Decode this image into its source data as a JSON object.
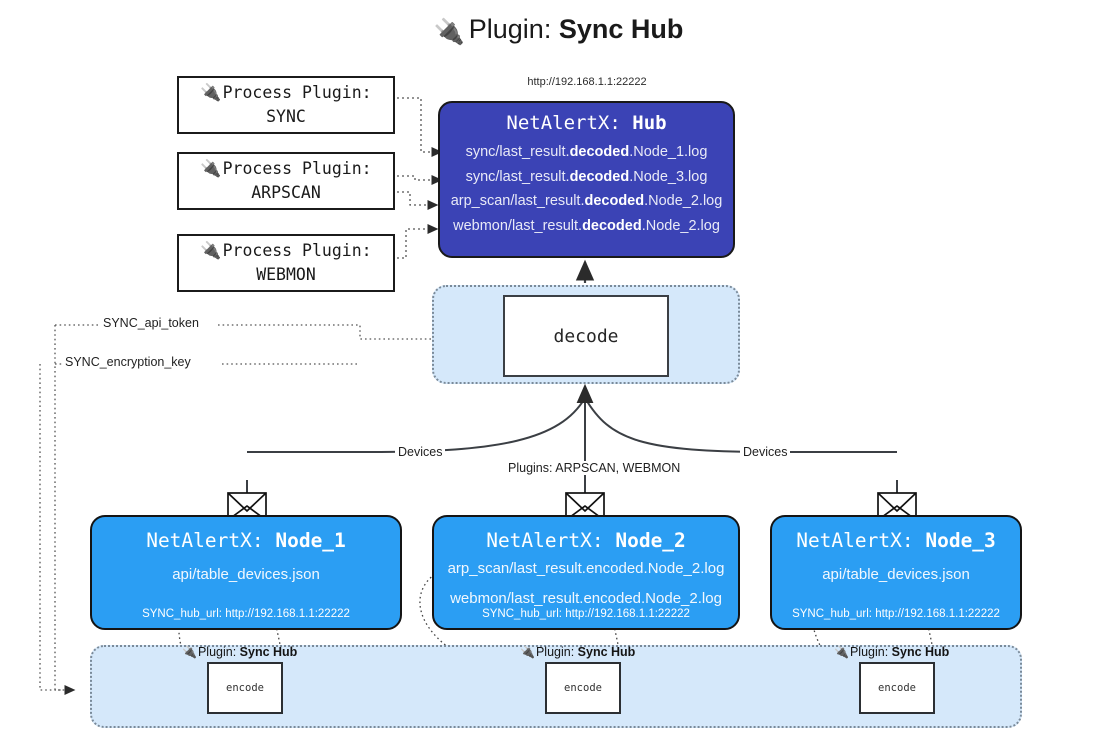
{
  "title": {
    "icon": "plug-icon",
    "prefix": "Plugin: ",
    "name": "Sync Hub"
  },
  "hub": {
    "url_label": "http://192.168.1.1:22222",
    "title_prefix": "NetAlertX: ",
    "title_name": "Hub",
    "logs": [
      {
        "pre": "sync/last_result.",
        "em": "decoded",
        "post": ".Node_1.log"
      },
      {
        "pre": "sync/last_result.",
        "em": "decoded",
        "post": ".Node_3.log"
      },
      {
        "pre": "arp_scan/last_result.",
        "em": "decoded",
        "post": ".Node_2.log"
      },
      {
        "pre": "webmon/last_result.",
        "em": "decoded",
        "post": ".Node_2.log"
      }
    ]
  },
  "process_plugins": [
    {
      "icon": "plug-icon",
      "line1": "Process Plugin:",
      "line2": "SYNC"
    },
    {
      "icon": "plug-icon",
      "line1": "Process Plugin:",
      "line2": "ARPSCAN"
    },
    {
      "icon": "plug-icon",
      "line1": "Process Plugin:",
      "line2": "WEBMON"
    }
  ],
  "decode": {
    "label": "decode"
  },
  "edge_labels": {
    "api_token": "SYNC_api_token",
    "encryption_key": "SYNC_encryption_key",
    "devices_left": "Devices",
    "devices_right": "Devices",
    "plugins_center": "Plugins: ARPSCAN, WEBMON"
  },
  "nodes": [
    {
      "title_prefix": "NetAlertX: ",
      "title_name": "Node_1",
      "lines": [
        "api/table_devices.json"
      ],
      "footer": "SYNC_hub_url: http://192.168.1.1:22222",
      "envelope_icon": "envelope-icon"
    },
    {
      "title_prefix": "NetAlertX: ",
      "title_name": "Node_2",
      "lines": [
        "arp_scan/last_result.encoded.Node_2.log",
        "webmon/last_result.encoded.Node_2.log"
      ],
      "footer": "SYNC_hub_url: http://192.168.1.1:22222",
      "envelope_icon": "envelope-icon"
    },
    {
      "title_prefix": "NetAlertX: ",
      "title_name": "Node_3",
      "lines": [
        "api/table_devices.json"
      ],
      "footer": "SYNC_hub_url: http://192.168.1.1:22222",
      "envelope_icon": "envelope-icon"
    }
  ],
  "encoders": [
    {
      "plugin_label_prefix": "Plugin: ",
      "plugin_label_name": "Sync Hub",
      "box_label": "encode",
      "icon": "plug-icon"
    },
    {
      "plugin_label_prefix": "Plugin: ",
      "plugin_label_name": "Sync Hub",
      "box_label": "encode",
      "icon": "plug-icon"
    },
    {
      "plugin_label_prefix": "Plugin: ",
      "plugin_label_name": "Sync Hub",
      "box_label": "encode",
      "icon": "plug-icon"
    }
  ],
  "colors": {
    "hub_fill": "#3b43b5",
    "node_fill": "#2b9ef3",
    "container_fill": "#d5e8fa",
    "stroke": "#1a1a1a",
    "dotted_stroke": "#7a8a99"
  }
}
